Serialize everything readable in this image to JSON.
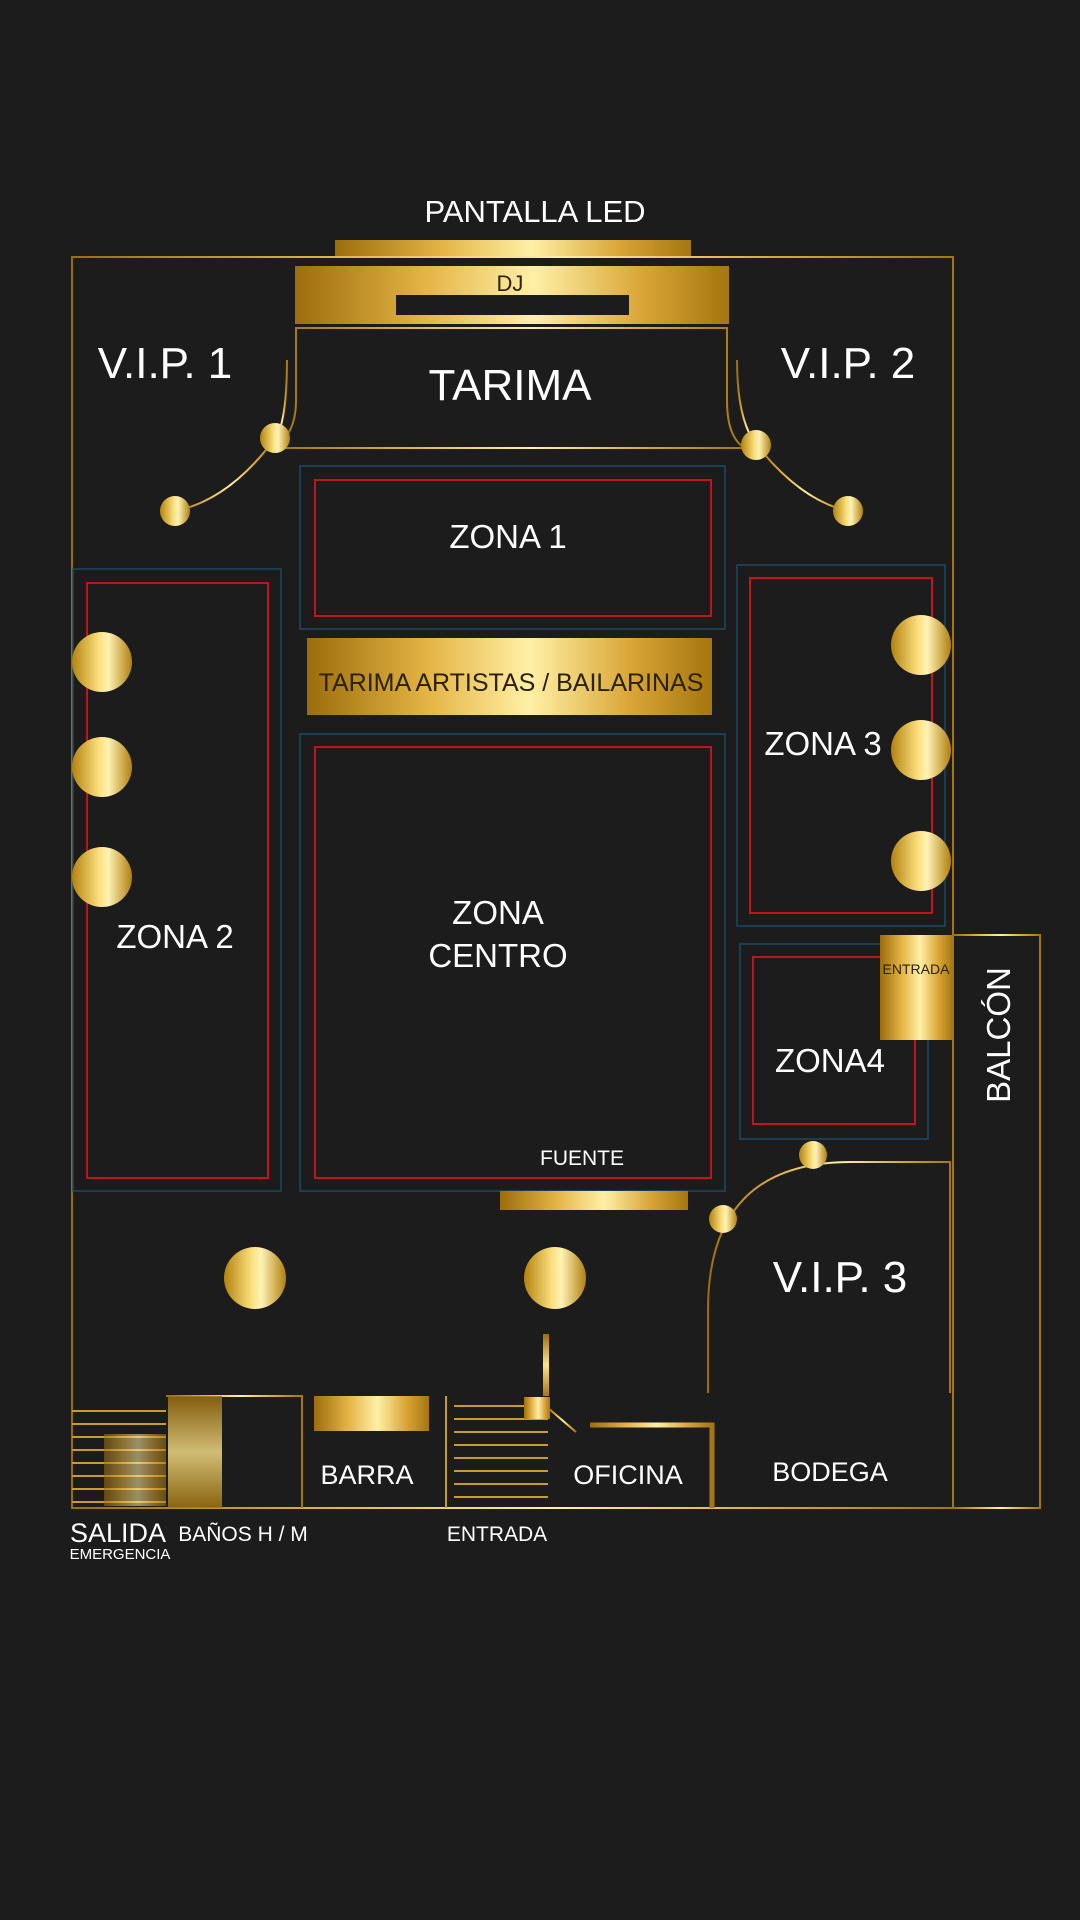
{
  "floorplan": {
    "pantalla_led": "PANTALLA LED",
    "dj": "DJ",
    "tarima": "TARIMA",
    "vip1": "V.I.P. 1",
    "vip2": "V.I.P. 2",
    "vip3": "V.I.P. 3",
    "zona1": "ZONA 1",
    "zona2": "ZONA 2",
    "zona3": "ZONA 3",
    "zona4": "ZONA4",
    "zona_centro_line1": "ZONA",
    "zona_centro_line2": "CENTRO",
    "tarima_artistas": "TARIMA ARTISTAS / BAILARINAS",
    "fuente": "FUENTE",
    "entrada_balcon": "ENTRADA",
    "balcon": "BALCÓN",
    "barra": "BARRA",
    "oficina": "OFICINA",
    "bodega": "BODEGA",
    "salida": "SALIDA",
    "emergencia": "EMERGENCIA",
    "banos": "BAÑOS H / M",
    "entrada_principal": "ENTRADA"
  },
  "colors": {
    "background": "#1c1c1c",
    "gold_light": "#fde58a",
    "gold_mid": "#e0b03c",
    "gold_dark": "#a5760f",
    "zone_red": "#c0161b",
    "zone_blue": "#1b4a66",
    "text": "#ffffff"
  }
}
